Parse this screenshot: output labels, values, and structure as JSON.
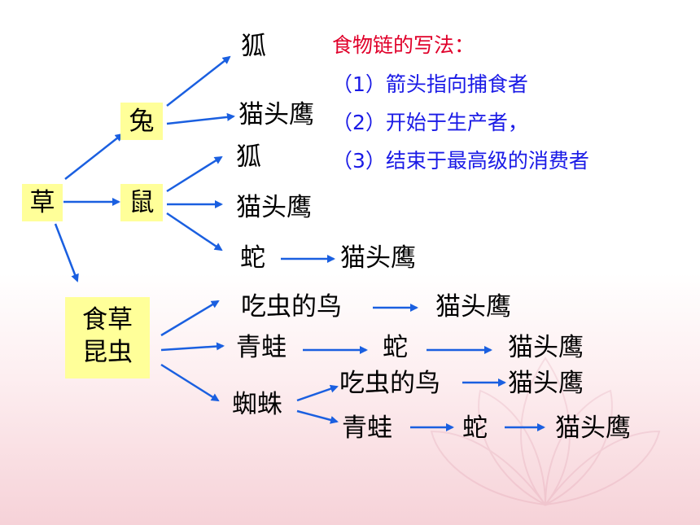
{
  "nodes": {
    "grass": "草",
    "rabbit": "兔",
    "mouse": "鼠",
    "insect_line1": "食草",
    "insect_line2": "昆虫",
    "fox_1": "狐",
    "owl_1": "猫头鹰",
    "fox_2": "狐",
    "owl_2": "猫头鹰",
    "snake_1": "蛇",
    "owl_3": "猫头鹰",
    "bird_1": "吃虫的鸟",
    "owl_4": "猫头鹰",
    "frog_1": "青蛙",
    "snake_2": "蛇",
    "owl_5": "猫头鹰",
    "spider": "蜘蛛",
    "bird_2": "吃虫的鸟",
    "owl_6": "猫头鹰",
    "frog_2": "青蛙",
    "snake_3": "蛇",
    "owl_7": "猫头鹰"
  },
  "notes": {
    "title": "食物链的写法：",
    "lines": [
      "（1）箭头指向捕食者",
      "（2）开始于生产者，",
      "（3）结束于最高级的消费者"
    ]
  },
  "colors": {
    "arrow": "#1a5fe0",
    "box": "#ffff99",
    "title": "#e0002a",
    "text": "#1a1ae6"
  }
}
